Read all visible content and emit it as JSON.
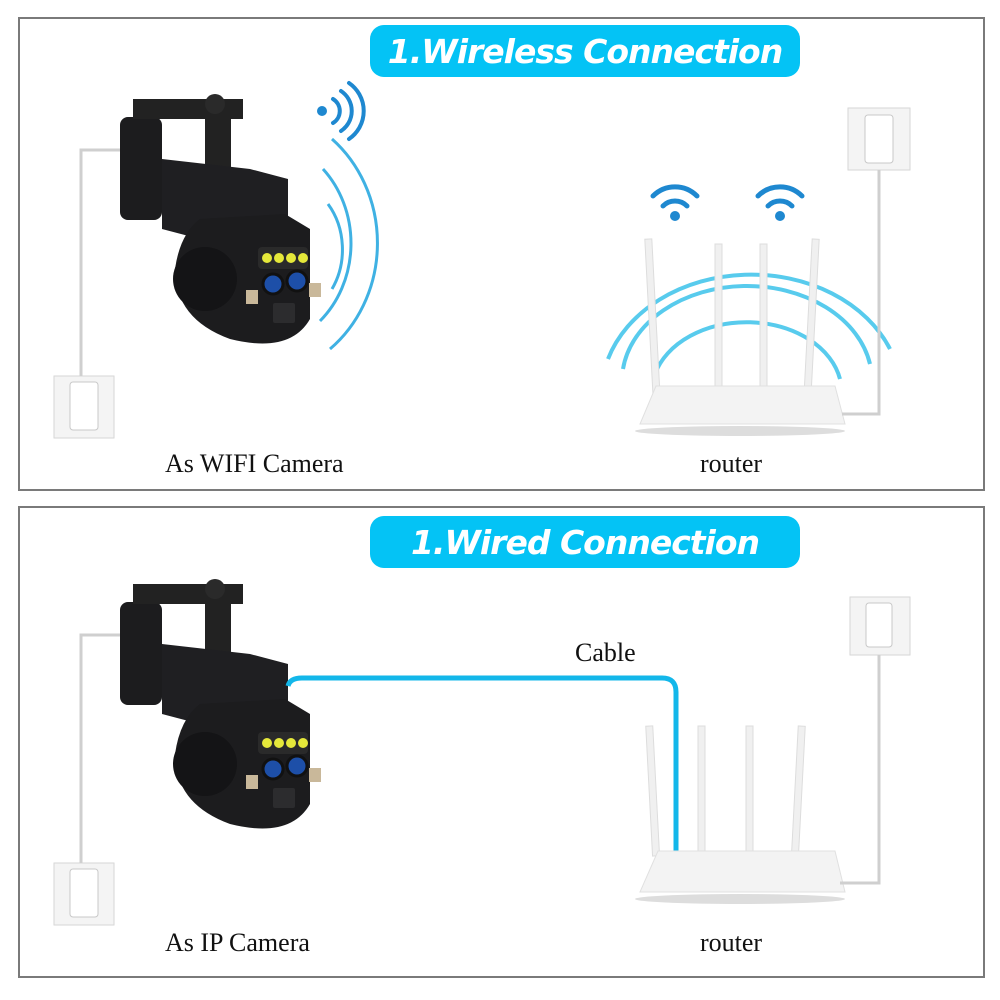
{
  "panels": [
    {
      "title": "1.Wireless Connection",
      "device_label": "As WIFI Camera",
      "router_label": "router",
      "mode": "wireless"
    },
    {
      "title": "1.Wired Connection",
      "device_label": "As IP Camera",
      "router_label": "router",
      "cable_label": "Cable",
      "mode": "wired"
    }
  ],
  "colors": {
    "accent": "#04c3f5",
    "wave": "#2aa9e0",
    "wifi_icon": "#1e88d0",
    "cable": "#13b7ea",
    "border": "#7a7a7a",
    "camera_body": "#1c1c1e"
  },
  "icons": [
    "wifi-signal-icon",
    "camera-icon",
    "router-icon",
    "power-socket-icon"
  ]
}
